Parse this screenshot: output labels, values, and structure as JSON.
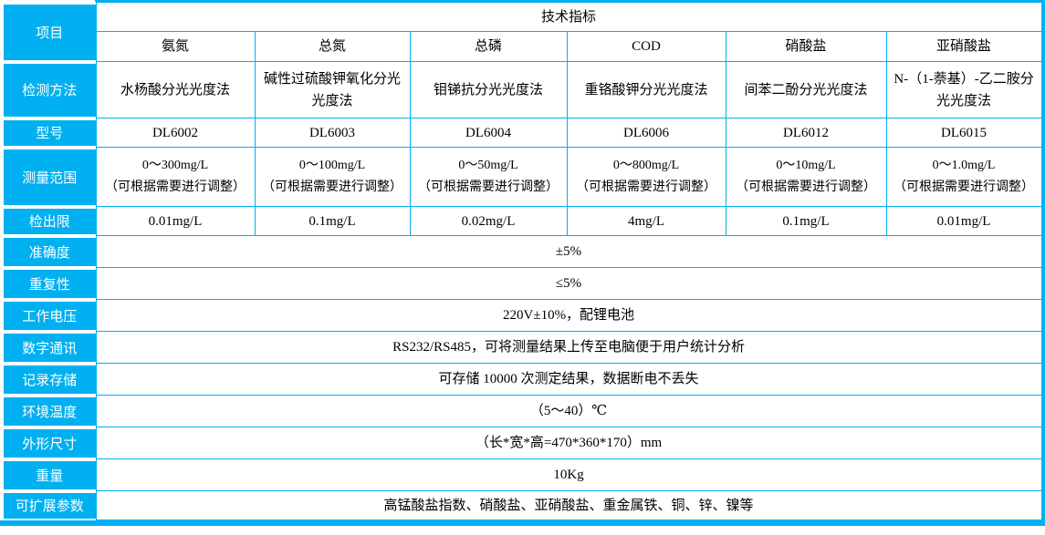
{
  "accent_color": "#00b0f0",
  "label_text_color": "#ffffff",
  "table": {
    "corner": "项目",
    "title": "技术指标",
    "columns": [
      "氨氮",
      "总氮",
      "总磷",
      "COD",
      "硝酸盐",
      "亚硝酸盐"
    ],
    "param_rows": [
      {
        "id": "method",
        "label": "检测方法",
        "cells": [
          "水杨酸分光光度法",
          "碱性过硫酸钾氧化分光光度法",
          "钼锑抗分光光度法",
          "重铬酸钾分光光度法",
          "间苯二酚分光光度法",
          "N-（1-萘基）-乙二胺分光光度法"
        ]
      },
      {
        "id": "model",
        "label": "型号",
        "cells": [
          "DL6002",
          "DL6003",
          "DL6004",
          "DL6006",
          "DL6012",
          "DL6015"
        ]
      },
      {
        "id": "range",
        "label": "测量范围",
        "cells": [
          "0～300mg/L\n（可根据需要进行调整）",
          "0～100mg/L\n（可根据需要进行调整）",
          "0～50mg/L\n（可根据需要进行调整）",
          "0～800mg/L\n（可根据需要进行调整）",
          "0～10mg/L\n（可根据需要进行调整）",
          "0～1.0mg/L\n（可根据需要进行调整）"
        ]
      },
      {
        "id": "detection-limit",
        "label": "检出限",
        "cells": [
          "0.01mg/L",
          "0.1mg/L",
          "0.02mg/L",
          "4mg/L",
          "0.1mg/L",
          "0.01mg/L"
        ]
      }
    ],
    "full_rows": [
      {
        "id": "accuracy",
        "label": "准确度",
        "value": "±5%"
      },
      {
        "id": "repeatability",
        "label": "重复性",
        "value": "≤5%"
      },
      {
        "id": "voltage",
        "label": "工作电压",
        "value": "220V±10%，配锂电池"
      },
      {
        "id": "communication",
        "label": "数字通讯",
        "value": "RS232/RS485，可将测量结果上传至电脑便于用户统计分析"
      },
      {
        "id": "storage",
        "label": "记录存储",
        "value": "可存储 10000 次测定结果，数据断电不丢失"
      },
      {
        "id": "temperature",
        "label": "环境温度",
        "value": "（5～40）℃"
      },
      {
        "id": "dimensions",
        "label": "外形尺寸",
        "value": "（长*宽*高=470*360*170）mm"
      },
      {
        "id": "weight",
        "label": "重量",
        "value": "10Kg"
      },
      {
        "id": "expandable",
        "label": "可扩展参数",
        "value": "高锰酸盐指数、硝酸盐、亚硝酸盐、重金属铁、铜、锌、镍等"
      }
    ]
  }
}
